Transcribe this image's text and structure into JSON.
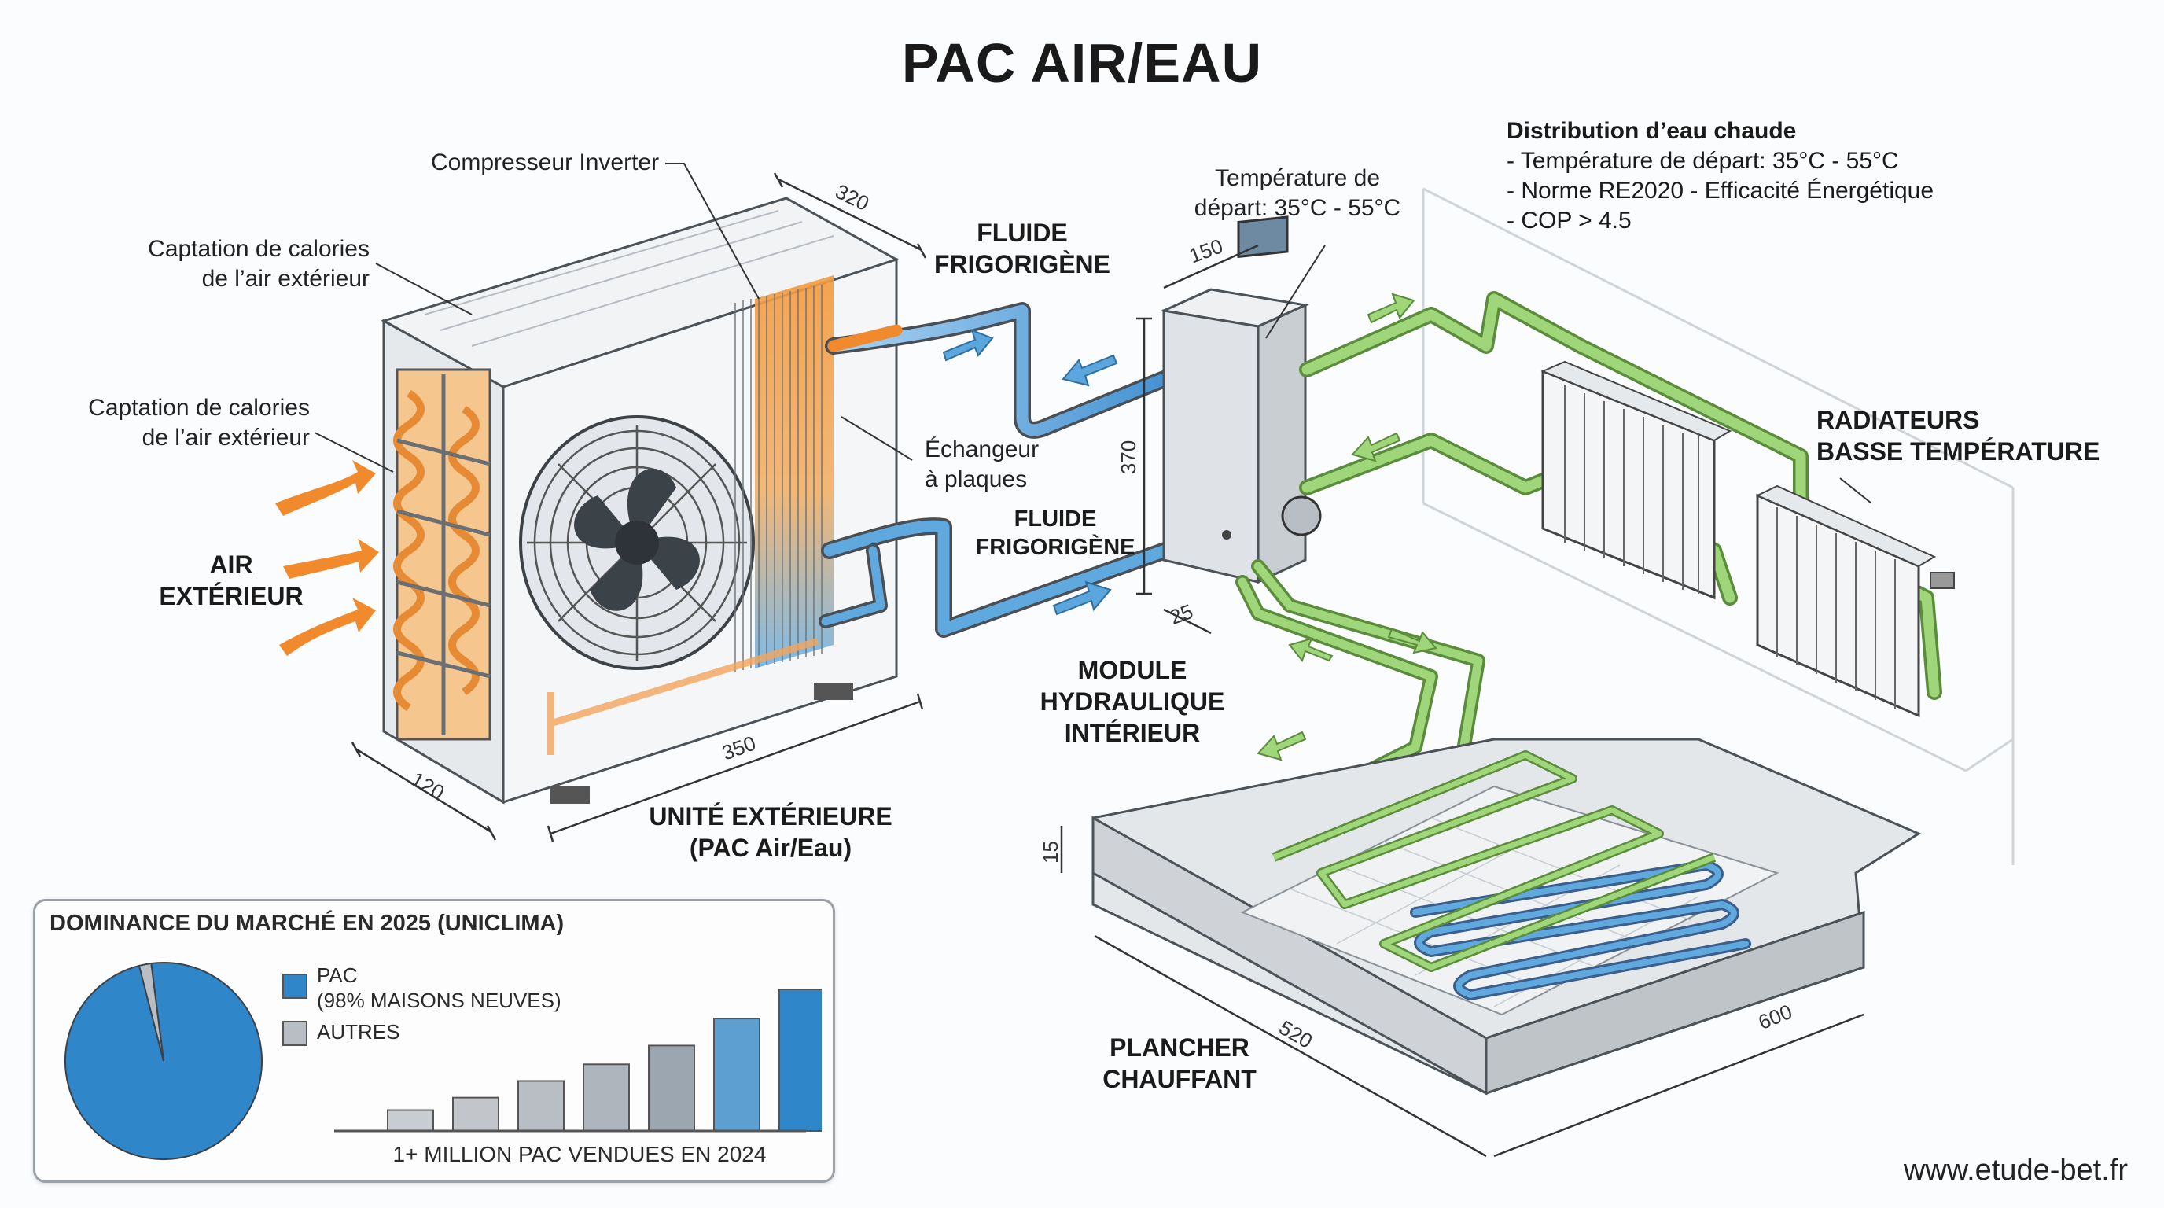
{
  "title": "PAC AIR/EAU",
  "labels": {
    "compresseur": "Compresseur Inverter",
    "captation_1_l1": "Captation de calories",
    "captation_1_l2": "de l’air extérieur",
    "captation_2_l1": "Captation de calories",
    "captation_2_l2": "de l’air extérieur",
    "air_l1": "AIR",
    "air_l2": "EXTÉRIEUR",
    "fluide_1_l1": "FLUIDE",
    "fluide_1_l2": "FRIGORIGÈNE",
    "fluide_2_l1": "FLUIDE",
    "fluide_2_l2": "FRIGORIGÈNE",
    "echangeur_l1": "Échangeur",
    "echangeur_l2": "à plaques",
    "temp_l1": "Température de",
    "temp_l2": "départ: 35°C - 55°C",
    "module_l1": "MODULE",
    "module_l2": "HYDRAULIQUE",
    "module_l3": "INTÉRIEUR",
    "unite_l1": "UNITÉ EXTÉRIEURE",
    "unite_l2": "(PAC Air/Eau)",
    "radiateurs_l1": "RADIATEURS",
    "radiateurs_l2": "BASSE TEMPÉRATURE",
    "plancher_l1": "PLANCHER",
    "plancher_l2": "CHAUFFANT"
  },
  "distribution": {
    "title": "Distribution d’eau chaude",
    "items": [
      "- Température de départ: 35°C - 55°C",
      "- Norme RE2020 - Efficacité Énergétique",
      "- COP > 4.5"
    ]
  },
  "dimensions": {
    "unit_depth_top": "320",
    "unit_width": "350",
    "unit_depth": "120",
    "module_width": "150",
    "module_height": "370",
    "module_depth": "25",
    "floor_thickness": "15",
    "floor_depth": "520",
    "floor_width": "600"
  },
  "market": {
    "title": "DOMINANCE DU MARCHÉ EN 2025 (UNICLIMA)",
    "legend": [
      {
        "label_l1": "PAC",
        "label_l2": "(98% MAISONS NEUVES)",
        "color": "#2f86c9"
      },
      {
        "label_l1": "AUTRES",
        "label_l2": "",
        "color": "#b9bec4"
      }
    ],
    "bars_caption": "1+ MILLION PAC VENDUES EN 2024"
  },
  "chart_data": {
    "type": "pie",
    "slices": [
      {
        "label": "PAC",
        "value": 98,
        "color": "#2f86c9"
      },
      {
        "label": "AUTRES",
        "value": 2,
        "color": "#b9bec4"
      }
    ]
  },
  "bars_data": {
    "type": "bar",
    "values": [
      1,
      1.6,
      2.4,
      3.2,
      4.1,
      5.4,
      6.8
    ],
    "colors": [
      "#c9ccd0",
      "#c2c6cb",
      "#b9bec4",
      "#aeb5bc",
      "#9ca6b0",
      "#5e9fd2",
      "#2f86c9"
    ]
  },
  "footer": {
    "url": "www.etude-bet.fr"
  },
  "colors": {
    "hot": "#f08a2c",
    "cold": "#5aa6dd",
    "water": "#8cc46a",
    "arrow_air": "#f08a2c"
  }
}
